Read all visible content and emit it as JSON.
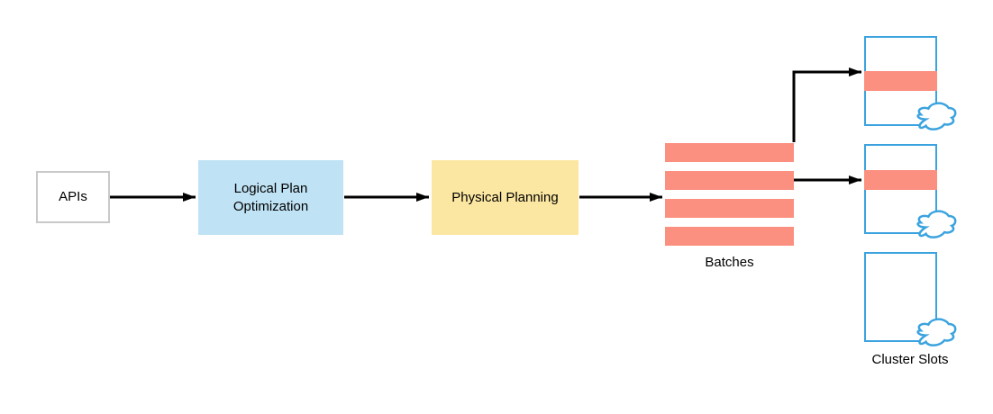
{
  "diagram": {
    "type": "flow-diagram",
    "nodes": {
      "apis": {
        "label": "APIs"
      },
      "logical_plan_optimization": {
        "label": "Logical Plan\nOptimization"
      },
      "physical_planning": {
        "label": "Physical Planning"
      },
      "batches": {
        "caption": "Batches",
        "bar_count": 4
      },
      "cluster_slots": {
        "caption": "Cluster Slots",
        "slot_count": 3,
        "slots_with_batch": 2,
        "empty_slots": 1
      }
    },
    "edges": [
      {
        "from": "apis",
        "to": "logical_plan_optimization"
      },
      {
        "from": "logical_plan_optimization",
        "to": "physical_planning"
      },
      {
        "from": "physical_planning",
        "to": "batches"
      },
      {
        "from": "batches.bar_1",
        "to": "cluster_slot_1"
      },
      {
        "from": "batches.bar_2",
        "to": "cluster_slot_2"
      }
    ],
    "colors": {
      "logical_plan_fill": "#bfe2f4",
      "physical_planning_fill": "#fce7a2",
      "batch_bar_fill": "#fb8f80",
      "slot_border": "#3ba3df",
      "apis_border": "#c9c9c9",
      "arrow": "#000000",
      "background": "#ffffff"
    }
  }
}
